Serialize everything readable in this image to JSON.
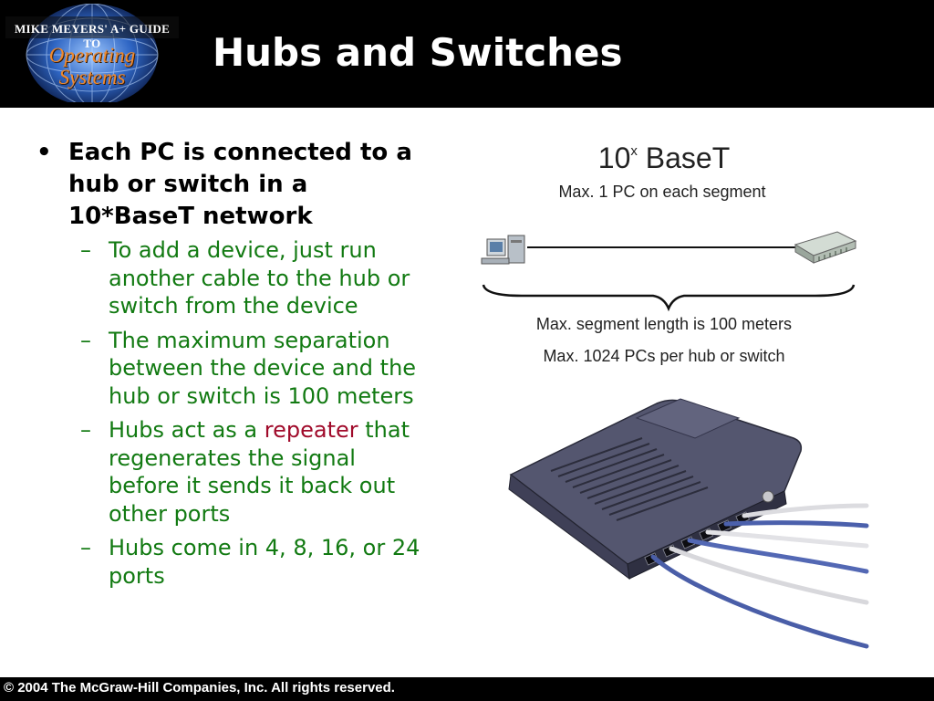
{
  "header": {
    "logo": {
      "line1": "MIKE MEYERS' A+ GUIDE TO",
      "line2": "Operating",
      "line3": "Systems"
    },
    "title": "Hubs and Switches"
  },
  "main": {
    "bullet": "Each PC is connected to a hub or switch in a 10*BaseT network",
    "subs": [
      {
        "text": "To add a device, just run another cable to the hub or switch from the device"
      },
      {
        "text": "The maximum separation between the device and the hub or switch is 100 meters"
      },
      {
        "pre": "Hubs act as a ",
        "highlight": "repeater",
        "post": " that regenerates the signal before it sends it back out other ports"
      },
      {
        "text": "Hubs come in 4, 8, 16, or 24 ports"
      }
    ]
  },
  "figure": {
    "title_base": "10",
    "title_sup": "x",
    "title_rest": " BaseT",
    "line1": "Max. 1 PC on each segment",
    "line2": "Max. segment length is 100 meters",
    "line3": "Max. 1024 PCs per hub or switch"
  },
  "footer": {
    "copyright": "© 2004 The McGraw-Hill Companies, Inc. All rights reserved."
  },
  "colors": {
    "header_bg": "#000000",
    "subpoint_green": "#127a12",
    "highlight_red": "#a00a2a",
    "logo_orange": "#f08a2e"
  }
}
